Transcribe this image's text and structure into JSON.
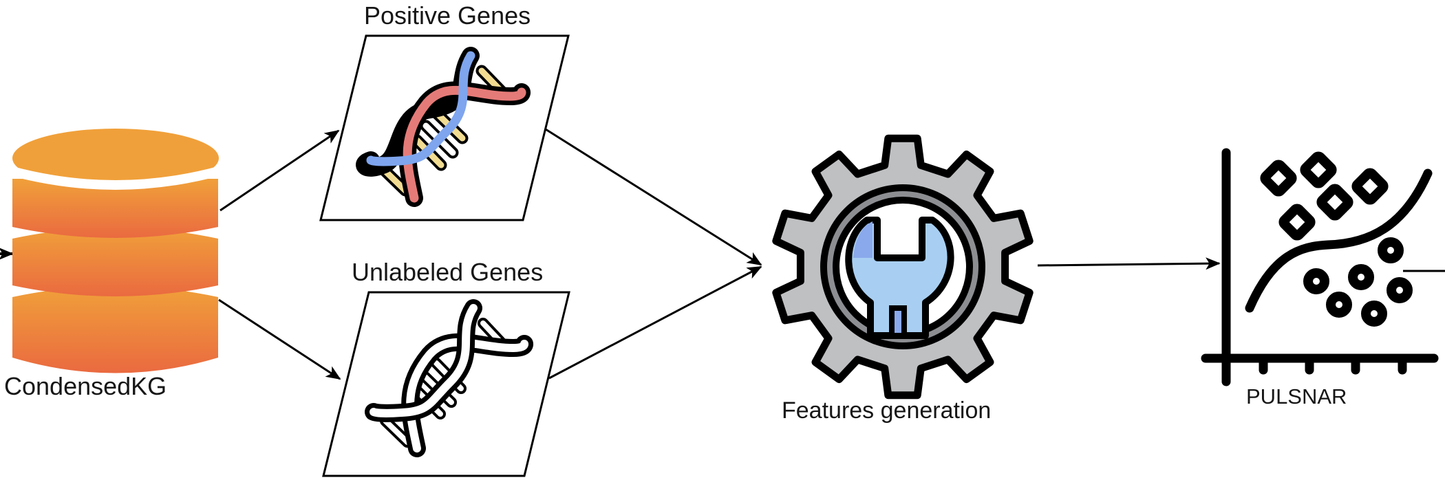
{
  "diagram": {
    "title": "",
    "nodes": [
      {
        "id": "condensedkg",
        "label": "CondensedKG",
        "icon": "database-icon",
        "colors": {
          "top": "#f0a03a",
          "bottom": "#ea6a40"
        }
      },
      {
        "id": "positive",
        "label": "Positive Genes",
        "icon": "dna-icon-colored",
        "colors": {
          "strand_a": "#e57b78",
          "strand_b": "#7ea5ee",
          "rungs": "#f1dc92"
        }
      },
      {
        "id": "unlabeled",
        "label": "Unlabeled Genes",
        "icon": "dna-icon-outline"
      },
      {
        "id": "features",
        "label": "Features generation",
        "icon": "gear-wrench-icon",
        "colors": {
          "gear": "#bfc0c2",
          "ring": "#8c8e92",
          "wrench_light": "#a8cff2",
          "wrench_dark": "#8aa9ec"
        }
      },
      {
        "id": "pulsnar",
        "label": "PULSNAR",
        "icon": "classification-plot-icon"
      }
    ],
    "edges": [
      {
        "from": "external-input",
        "to": "condensedkg"
      },
      {
        "from": "condensedkg",
        "to": "positive"
      },
      {
        "from": "condensedkg",
        "to": "unlabeled"
      },
      {
        "from": "positive",
        "to": "features"
      },
      {
        "from": "unlabeled",
        "to": "features"
      },
      {
        "from": "features",
        "to": "pulsnar"
      },
      {
        "from": "pulsnar",
        "to": "external-output"
      }
    ]
  }
}
